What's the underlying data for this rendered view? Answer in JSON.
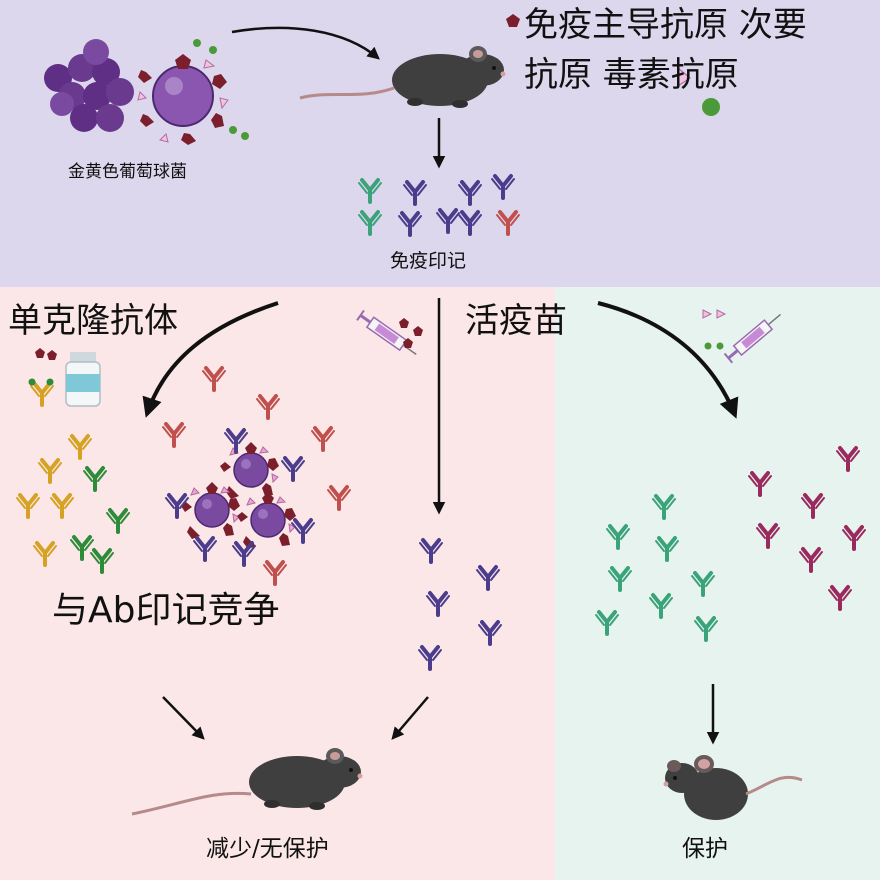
{
  "bacteria_label": "金黄色葡萄球菌",
  "antigen_legend": {
    "line1": "免疫主导抗原 次要",
    "line2": "抗原 毒素抗原"
  },
  "imprinting_label": "免疫印记",
  "mab_label": "单克隆抗体",
  "live_vaccine_label": "活疫苗",
  "compete_label": "与Ab印记竞争",
  "outcome_reduced": "减少/无保护",
  "outcome_protected": "保护",
  "colors": {
    "top_background": "#dcd7ec",
    "left_background": "#fbe7e7",
    "right_background": "#e6f3ee",
    "bacteria_purple": "#6a3a8e",
    "dominant_antigen": "#7a1f2b",
    "minor_antigen": "#d98cc0",
    "toxin_antigen": "#4a9a3a",
    "antibody_teal": "#3aa37a",
    "antibody_purple": "#4b3c8c",
    "antibody_red": "#c0504d",
    "antibody_gold": "#d6a224",
    "antibody_green": "#2e8b3a",
    "antibody_magenta": "#9a2a5e",
    "mouse": "#3f3f3f"
  },
  "icons": [
    "staphylococcus-cluster",
    "mouse",
    "antibody",
    "syringe",
    "vial",
    "arrow"
  ]
}
